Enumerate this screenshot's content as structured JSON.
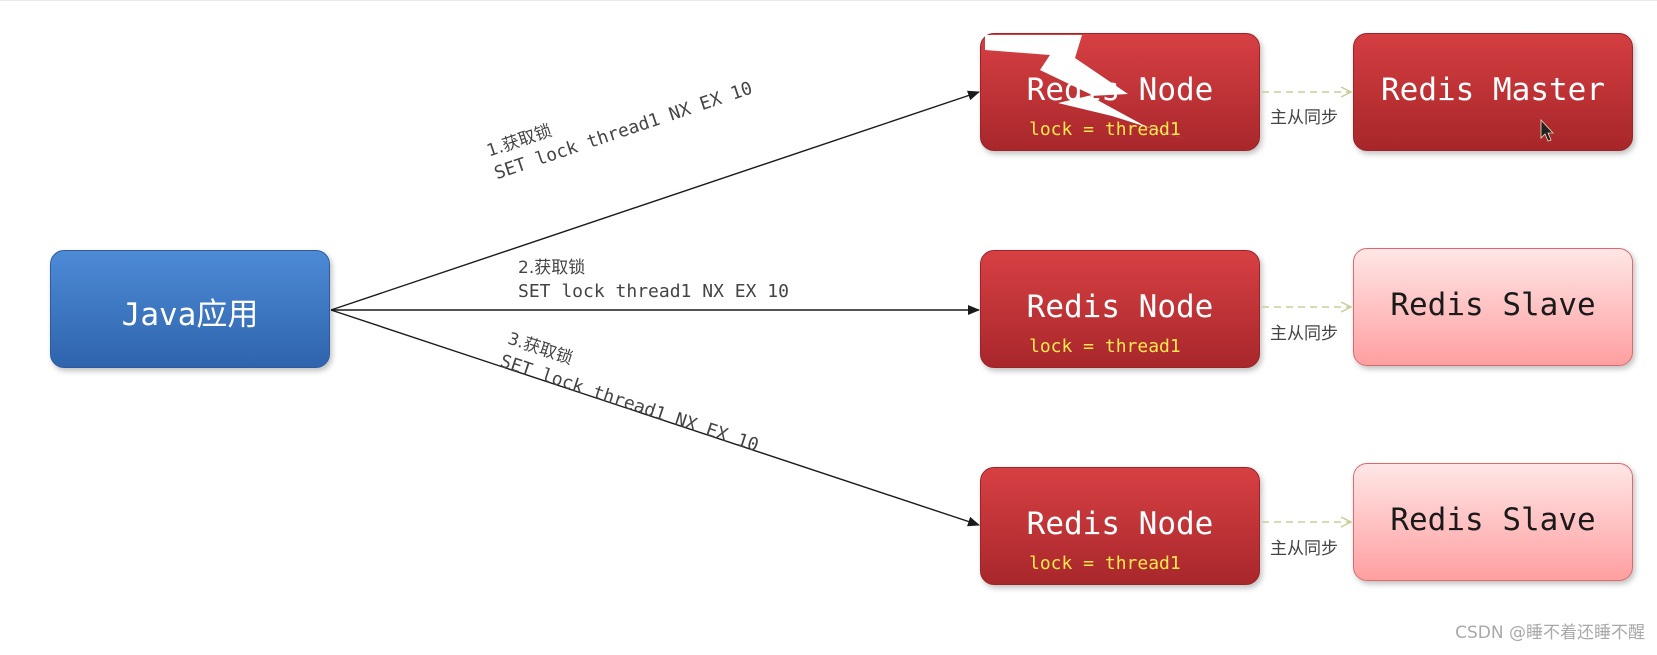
{
  "java_app": {
    "label": "Java应用"
  },
  "redis_nodes": [
    {
      "title": "Redis Node",
      "lock": "lock = thread1"
    },
    {
      "title": "Redis Node",
      "lock": "lock = thread1"
    },
    {
      "title": "Redis Node",
      "lock": "lock = thread1"
    }
  ],
  "replicas": [
    {
      "title": "Redis Master"
    },
    {
      "title": "Redis Slave"
    },
    {
      "title": "Redis Slave"
    }
  ],
  "sync_label": "主从同步",
  "edges": [
    {
      "step": "1.获取锁",
      "command": "SET lock thread1 NX EX 10"
    },
    {
      "step": "2.获取锁",
      "command": "SET lock thread1 NX EX 10"
    },
    {
      "step": "3.获取锁",
      "command": "SET lock thread1 NX EX 10"
    }
  ],
  "watermark": "CSDN @睡不着还睡不醒",
  "colors": {
    "java_blue": "#3a74c4",
    "redis_red": "#c23337",
    "slave_pink": "#ffc4c5",
    "lock_yellow": "#ffe94d",
    "sync_arrow": "#c8cf9a"
  },
  "icons": [
    "lightning-bolt-icon",
    "mouse-cursor-icon"
  ]
}
